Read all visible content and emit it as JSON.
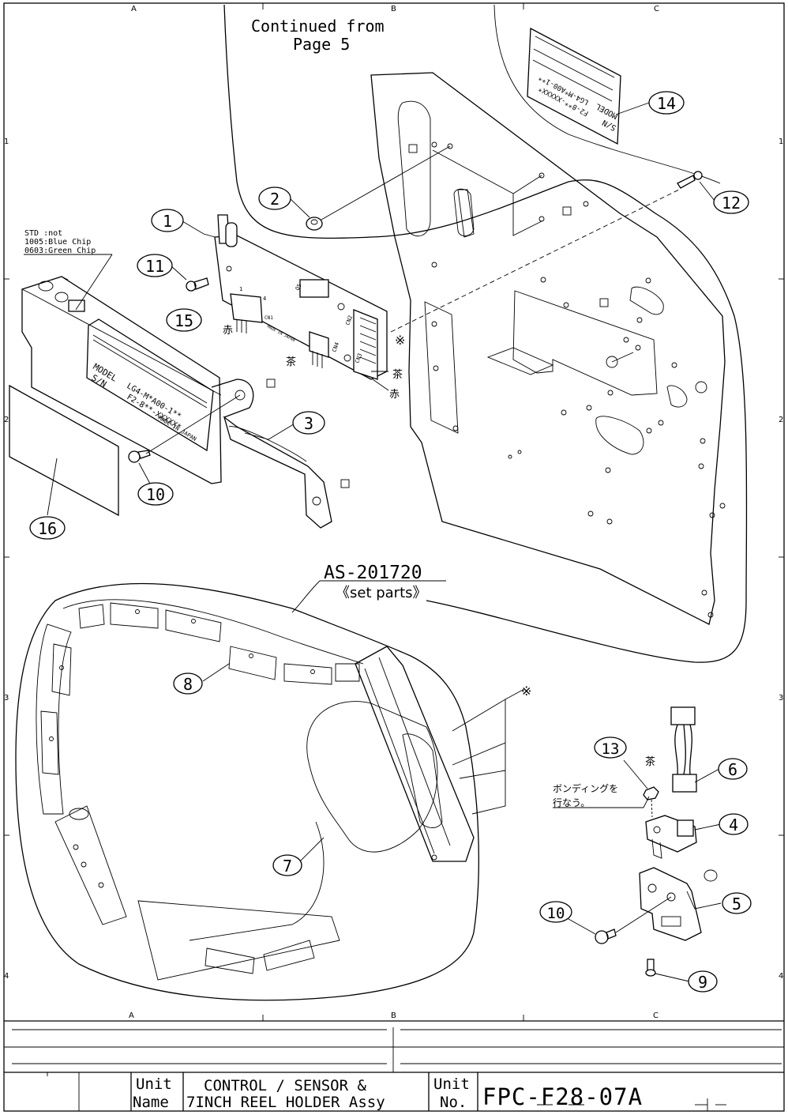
{
  "frame": {
    "column_labels": [
      "A",
      "B",
      "C"
    ],
    "row_labels": [
      "1",
      "2",
      "3",
      "4"
    ]
  },
  "header_note": {
    "line1": "Continued from",
    "line2": "Page 5"
  },
  "std_note": {
    "line1": "STD :not",
    "line2": "1005:Blue Chip",
    "line3": "0603:Green Chip"
  },
  "labels": {
    "label15": {
      "model": "MODEL",
      "model_value": "LG4-M*A00-1**",
      "sn": "S/N",
      "sn_value": "F2-8**-XXXXX*",
      "made": "MADE IN JAPAN"
    },
    "label14": {
      "model": "MODEL",
      "model_value": "LG4-M*A00-1**",
      "sn": "S/N",
      "sn_value": "F2-8**-XXXXX*"
    }
  },
  "board_marks": {
    "q5": "Q5",
    "cn1": "CN1",
    "cn2": "CN2",
    "cn4": "CN4",
    "cn3": "CN3",
    "made": "MADE IN JAPAN",
    "pin1": "1",
    "pin4": "4"
  },
  "wire_colors": {
    "red_a": "赤",
    "brown_a": "茶",
    "brown_b": "茶",
    "red_b": "赤",
    "brown_c": "茶"
  },
  "callouts": [
    "1",
    "2",
    "3",
    "4",
    "5",
    "6",
    "7",
    "8",
    "9",
    "10",
    "10",
    "11",
    "12",
    "13",
    "14",
    "15",
    "16"
  ],
  "set_parts": {
    "code": "AS-201720",
    "note": "《set parts》"
  },
  "bond_note": {
    "line1": "ボンディングを",
    "line2": "行なう。"
  },
  "asterisk": "※",
  "title_block": {
    "unit_name_label_1": "Unit",
    "unit_name_label_2": "Name",
    "unit_name_1": "CONTROL / SENSOR  &",
    "unit_name_2": "7INCH REEL HOLDER Assy",
    "unit_no_label_1": "Unit",
    "unit_no_label_2": "No.",
    "unit_no": "FPC-F28-07A"
  }
}
